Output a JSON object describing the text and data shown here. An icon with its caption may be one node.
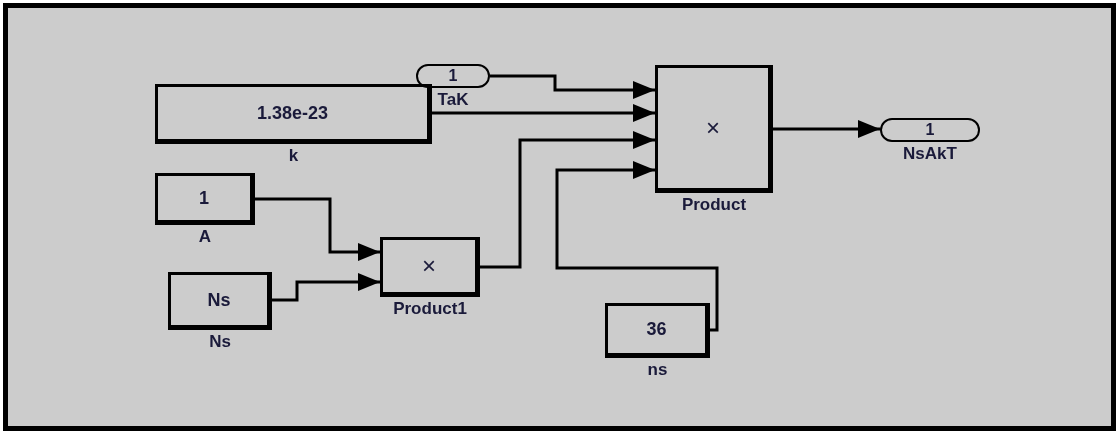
{
  "diagram": {
    "nodes": [
      {
        "text": [
          "1",
          "TaK"
        ]
      },
      {
        "text": [
          "1.38e-23",
          "k"
        ]
      },
      {
        "text": [
          "1",
          "A"
        ]
      },
      {
        "text": [
          "Ns",
          "Ns"
        ]
      },
      {
        "text": [
          "×",
          "Product1"
        ]
      },
      {
        "text": [
          "×",
          "Product"
        ]
      },
      {
        "text": [
          "36",
          "ns"
        ]
      },
      {
        "text": [
          "1",
          "NsAkT"
        ]
      }
    ],
    "edges": [
      {
        "from": 0,
        "to": 5,
        "arrow": "to"
      },
      {
        "from": 1,
        "to": 5,
        "arrow": "to"
      },
      {
        "from": 4,
        "to": 5,
        "arrow": "to"
      },
      {
        "from": 6,
        "to": 5,
        "arrow": "to"
      },
      {
        "from": 2,
        "to": 4,
        "arrow": "to"
      },
      {
        "from": 3,
        "to": 4,
        "arrow": "to"
      },
      {
        "from": 5,
        "to": 7,
        "arrow": "to"
      }
    ]
  }
}
